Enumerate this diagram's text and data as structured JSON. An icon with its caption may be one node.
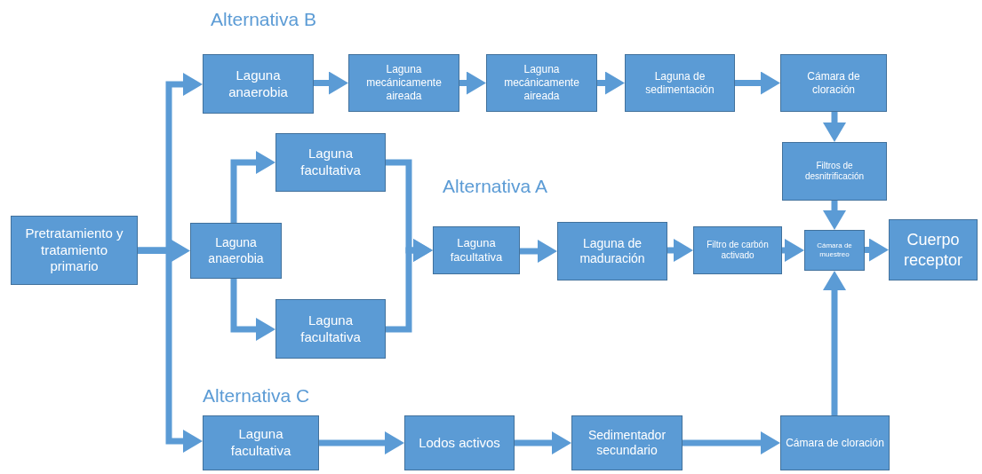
{
  "diagram": {
    "nodes": [
      {
        "text": [
          "Pretratamiento y tratamiento primario"
        ]
      },
      {
        "text": [
          "Laguna anaerobia"
        ]
      },
      {
        "text": [
          "Laguna mecánicamente aireada"
        ]
      },
      {
        "text": [
          "Laguna mecánicamente aireada"
        ]
      },
      {
        "text": [
          "Laguna de sedimentación"
        ]
      },
      {
        "text": [
          "Cámara de cloración"
        ]
      },
      {
        "text": [
          "Filtros de desnitrificación"
        ]
      },
      {
        "text": [
          "Laguna facultativa"
        ]
      },
      {
        "text": [
          "Laguna anaerobia"
        ]
      },
      {
        "text": [
          "Laguna facultativa"
        ]
      },
      {
        "text": [
          "Laguna facultativa"
        ]
      },
      {
        "text": [
          "Laguna de maduración"
        ]
      },
      {
        "text": [
          "Filtro de carbón activado"
        ]
      },
      {
        "text": [
          "Cámara de muestreo"
        ]
      },
      {
        "text": [
          "Cuerpo receptor"
        ]
      },
      {
        "text": [
          "Laguna facultativa"
        ]
      },
      {
        "text": [
          "Lodos activos"
        ]
      },
      {
        "text": [
          "Sedimentador secundario"
        ]
      },
      {
        "text": [
          "Cámara de cloración"
        ]
      }
    ],
    "edges": [
      {
        "from": 0,
        "to": 1,
        "arrow": "to"
      },
      {
        "from": 0,
        "to": 8,
        "arrow": "to"
      },
      {
        "from": 0,
        "to": 15,
        "arrow": "to"
      },
      {
        "from": 1,
        "to": 2,
        "arrow": "to"
      },
      {
        "from": 2,
        "to": 3,
        "arrow": "to"
      },
      {
        "from": 3,
        "to": 4,
        "arrow": "to"
      },
      {
        "from": 4,
        "to": 5,
        "arrow": "to"
      },
      {
        "from": 5,
        "to": 6,
        "arrow": "to"
      },
      {
        "from": 6,
        "to": 13,
        "arrow": "to"
      },
      {
        "from": 8,
        "to": 7,
        "arrow": "to"
      },
      {
        "from": 8,
        "to": 9,
        "arrow": "to"
      },
      {
        "from": 7,
        "to": 10,
        "arrow": "to"
      },
      {
        "from": 9,
        "to": 10,
        "arrow": "to"
      },
      {
        "from": 10,
        "to": 11,
        "arrow": "to"
      },
      {
        "from": 11,
        "to": 12,
        "arrow": "to"
      },
      {
        "from": 12,
        "to": 13,
        "arrow": "to"
      },
      {
        "from": 13,
        "to": 14,
        "arrow": "to"
      },
      {
        "from": 15,
        "to": 16,
        "arrow": "to"
      },
      {
        "from": 16,
        "to": 17,
        "arrow": "to"
      },
      {
        "from": 17,
        "to": 18,
        "arrow": "to"
      },
      {
        "from": 18,
        "to": 13,
        "arrow": "to"
      }
    ],
    "labels": [
      "Alternativa B",
      "Alternativa A",
      "Alternativa C"
    ]
  }
}
